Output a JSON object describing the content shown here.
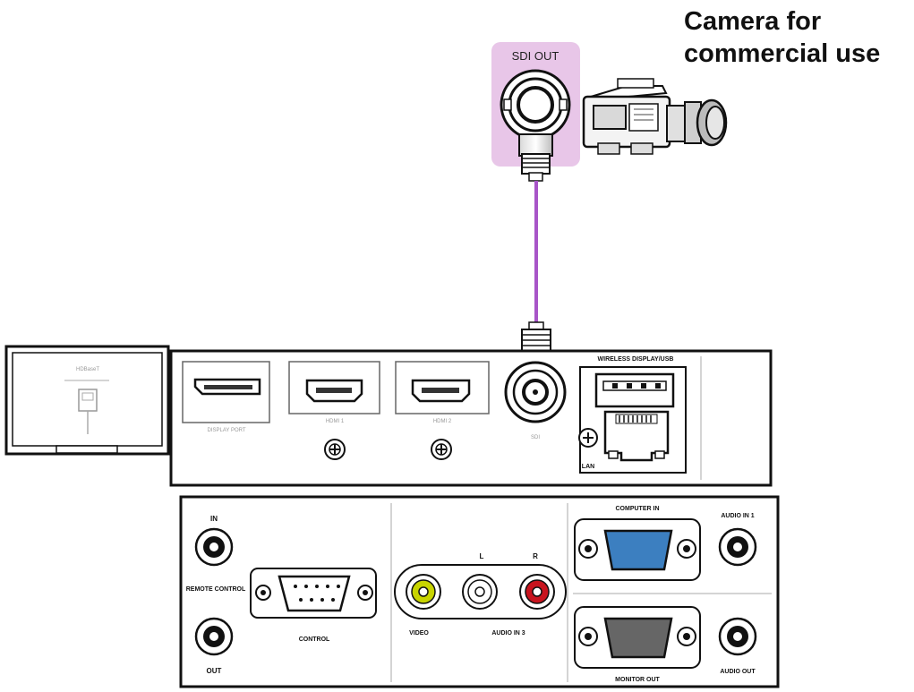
{
  "heading": {
    "line1": "Camera for",
    "line2": "commercial use"
  },
  "camera": {
    "port_label": "SDI OUT",
    "highlight_color": "#e8c6e8",
    "cable_color": "#a855c8",
    "icon": "video-camera-icon"
  },
  "hdbaset_panel": {
    "label": "HDBaseT",
    "icon": "rj45-jack-icon"
  },
  "upper_panel": {
    "ports": [
      {
        "id": "display-port",
        "label": "DISPLAY PORT"
      },
      {
        "id": "hdmi1",
        "label": "HDMI 1"
      },
      {
        "id": "hdmi2",
        "label": "HDMI 2"
      },
      {
        "id": "sdi",
        "label": "SDI"
      },
      {
        "id": "usb",
        "label": "WIRELESS DISPLAY/USB"
      },
      {
        "id": "lan",
        "label": "LAN"
      }
    ]
  },
  "lower_panel": {
    "labels": {
      "ir_in": "IN",
      "remote_control": "REMOTE CONTROL",
      "ir_out": "OUT",
      "control": "CONTROL",
      "audio_l": "L",
      "audio_r": "R",
      "video": "VIDEO",
      "audio_in3": "AUDIO IN 3",
      "computer_in": "COMPUTER IN",
      "audio_in1": "AUDIO IN 1",
      "monitor_out": "MONITOR OUT",
      "audio_out": "AUDIO OUT"
    },
    "rca_colors": {
      "video": "#c8d400",
      "audio_l": "#ffffff",
      "audio_r": "#c8141e"
    },
    "vga_in_color": "#3c7fc0",
    "vga_out_color": "#666666"
  }
}
